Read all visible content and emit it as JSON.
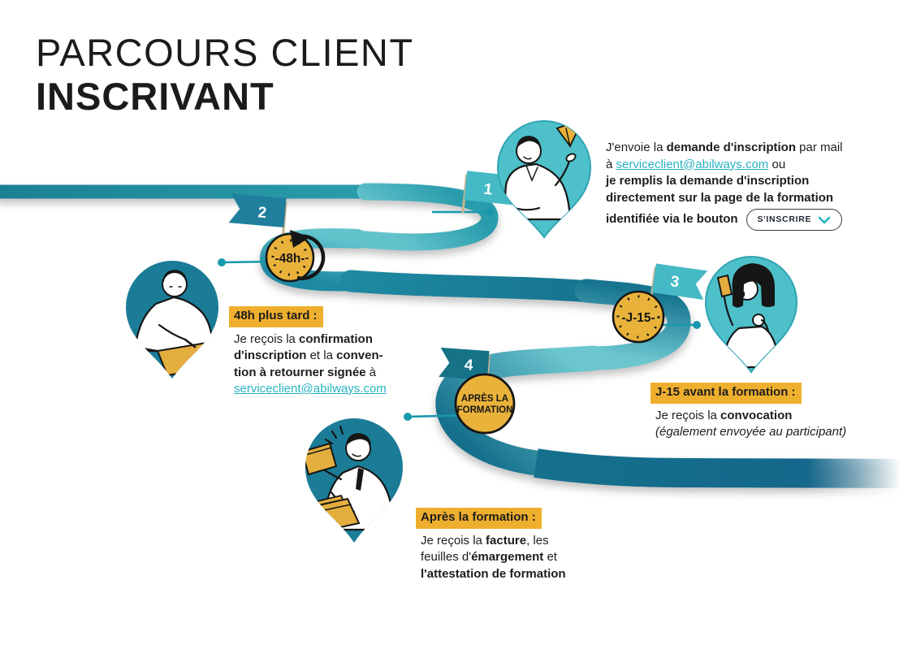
{
  "title": {
    "line1": "PARCOURS CLIENT",
    "line2": "INSCRIVANT"
  },
  "colors": {
    "accent_teal": "#29B3C1",
    "road_dark": "#15708C",
    "road_light": "#64C3CD",
    "pin_teal_light": "#4DC0CA",
    "pin_teal_dark": "#1B7C97",
    "flag_teal_light": "#46B9C6",
    "flag_teal_dark": "#1F7F9C",
    "badge_yellow": "#E9B23A",
    "highlight_yellow": "#EFAF2E",
    "text_dark": "#1D1D1B"
  },
  "step1": {
    "flag": "1",
    "illustration": "man-sending-paper-plane",
    "text": {
      "l1a": "J'envoie la ",
      "l1b": "demande d'inscription",
      "l1c": " par mail",
      "l2a": "à ",
      "l2link": "serviceclient@abilways.com",
      "l2b": " ou",
      "l3": "je remplis la demande d'inscription",
      "l4": "directement sur la page de la formation",
      "l5": "identifiée via le bouton"
    },
    "button_label": "S'INSCRIRE"
  },
  "step2": {
    "flag": "2",
    "badge_label": "-48h-",
    "illustration": "man-signing-document",
    "heading": "48h plus tard :",
    "text": {
      "l1a": "Je reçois la ",
      "l1b": "confirmation",
      "l2a": "d'inscription",
      "l2b": " et la ",
      "l2c": "conven-",
      "l3a": "tion à retourner signée",
      "l3b": " à",
      "l4link": "serviceclient@abilways.com"
    }
  },
  "step3": {
    "flag": "3",
    "badge_label": "-J-15-",
    "illustration": "woman-reading-phone",
    "heading": "J-15 avant la formation :",
    "text": {
      "l1a": "Je reçois la ",
      "l1b": "convocation",
      "l2": "(également envoyée au participant)"
    }
  },
  "step4": {
    "flag": "4",
    "badge_line1": "APRÈS LA",
    "badge_line2": "FORMATION",
    "illustration": "man-holding-folders",
    "heading": "Après la formation :",
    "text": {
      "l1a": "Je reçois la ",
      "l1b": "facture",
      "l1c": ", les",
      "l2a": "feuilles d'",
      "l2b": "émargement",
      "l2c": " et",
      "l3": "l'attestation de formation"
    }
  }
}
